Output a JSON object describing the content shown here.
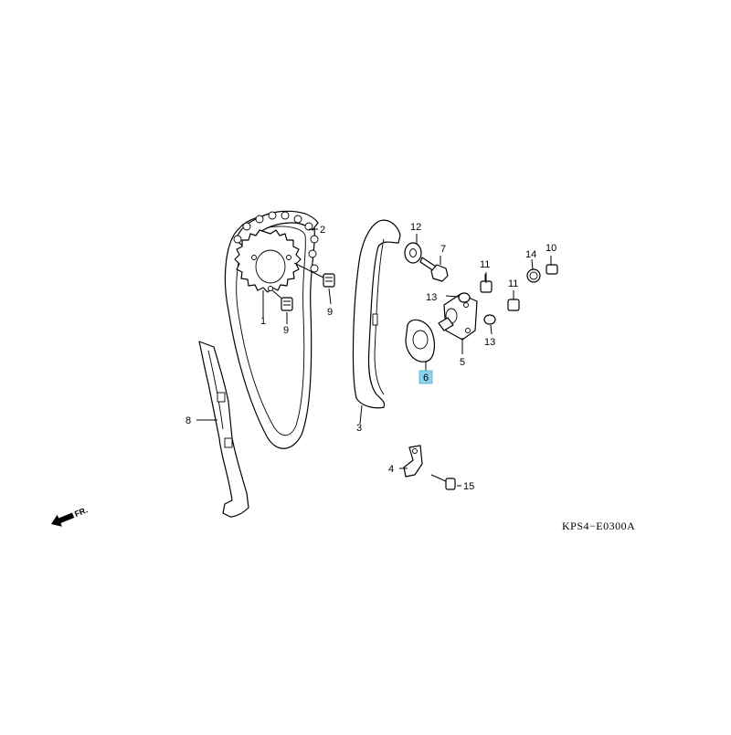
{
  "diagram": {
    "code": "KPS4−E0300A",
    "front_indicator": "FR.",
    "highlight_color": "#8fd0ee",
    "callouts": {
      "c1": "1",
      "c2": "2",
      "c3": "3",
      "c4": "4",
      "c5": "5",
      "c6": "6",
      "c7": "7",
      "c8": "8",
      "c9a": "9",
      "c9b": "9",
      "c10": "10",
      "c11a": "11",
      "c11b": "11",
      "c12": "12",
      "c13a": "13",
      "c13b": "13",
      "c14": "14",
      "c15": "15"
    },
    "highlighted": "6"
  }
}
